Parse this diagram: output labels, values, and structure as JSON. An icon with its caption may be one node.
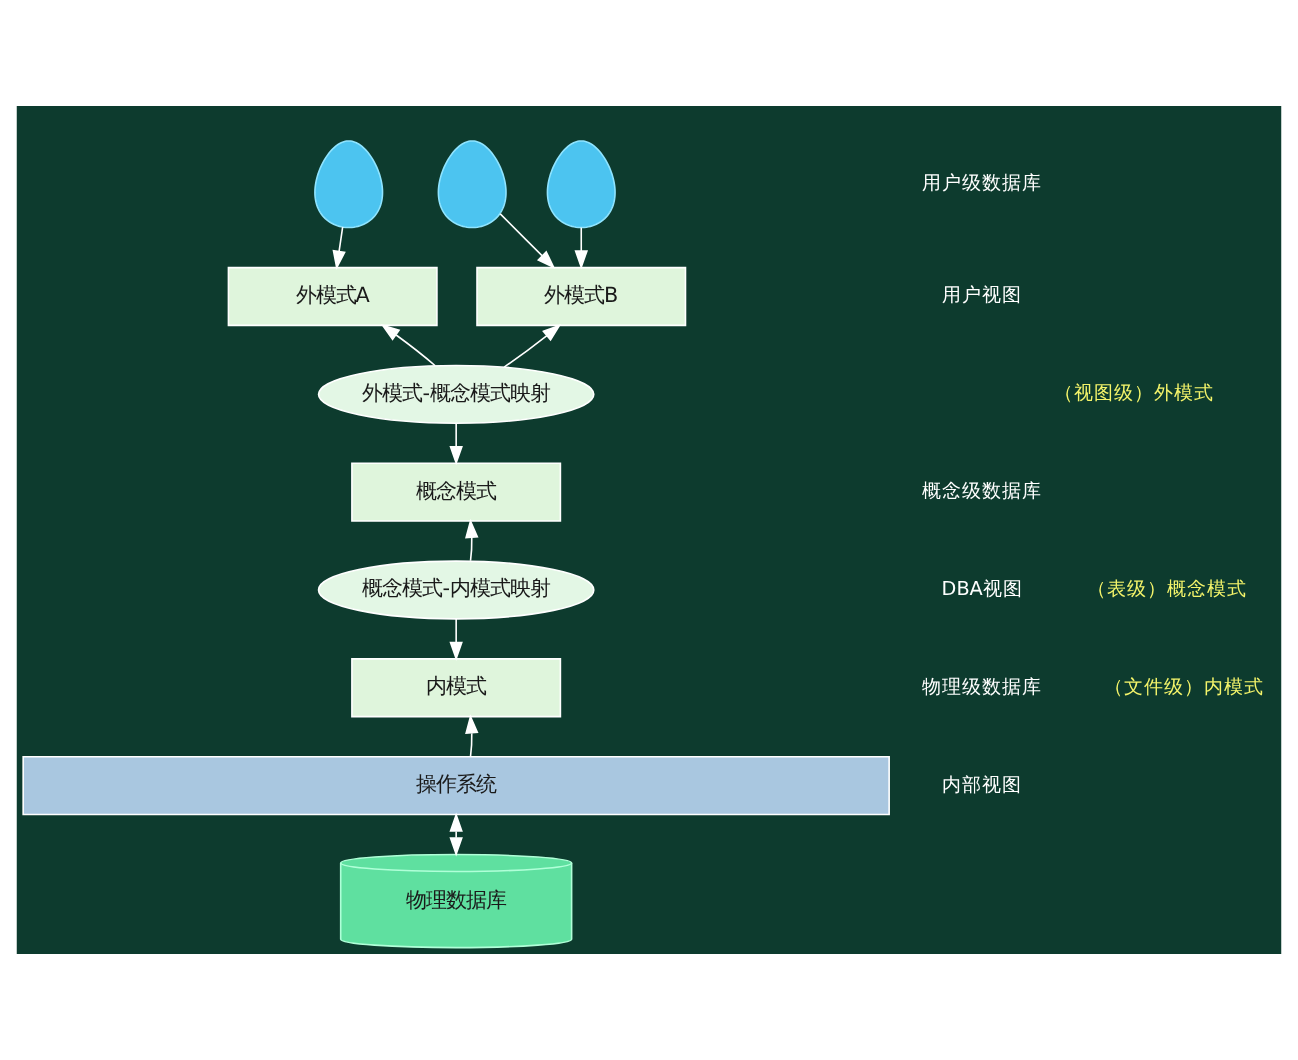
{
  "diagram": {
    "nodes": [
      {
        "text": [],
        "shape": "person"
      },
      {
        "text": [],
        "shape": "person"
      },
      {
        "text": [],
        "shape": "person"
      },
      {
        "text": [
          "外模式A"
        ]
      },
      {
        "text": [
          "外模式B"
        ]
      },
      {
        "text": [
          "外模式-概念模式映射"
        ]
      },
      {
        "text": [
          "概念模式"
        ]
      },
      {
        "text": [
          "概念模式-内模式映射"
        ]
      },
      {
        "text": [
          "内模式"
        ]
      },
      {
        "text": [
          "操作系统"
        ]
      },
      {
        "text": [
          "物理数据库"
        ]
      }
    ],
    "edges": [
      {
        "from": 0,
        "to": 3,
        "arrow": "to"
      },
      {
        "from": 1,
        "to": 4,
        "arrow": "to"
      },
      {
        "from": 2,
        "to": 4,
        "arrow": "to"
      },
      {
        "from": 5,
        "to": 3,
        "arrow": "to"
      },
      {
        "from": 5,
        "to": 4,
        "arrow": "to"
      },
      {
        "from": 5,
        "to": 6,
        "arrow": "to"
      },
      {
        "from": 7,
        "to": 6,
        "arrow": "to"
      },
      {
        "from": 7,
        "to": 8,
        "arrow": "to"
      },
      {
        "from": 9,
        "to": 8,
        "arrow": "to"
      },
      {
        "from": 9,
        "to": 10,
        "arrow": "both"
      }
    ],
    "labels": [
      "用户级数据库",
      "用户视图",
      "（视图级）外模式",
      "概念级数据库",
      "DBA视图",
      "（表级）概念模式",
      "物理级数据库",
      "内部视图",
      "（文件级）内模式"
    ]
  }
}
